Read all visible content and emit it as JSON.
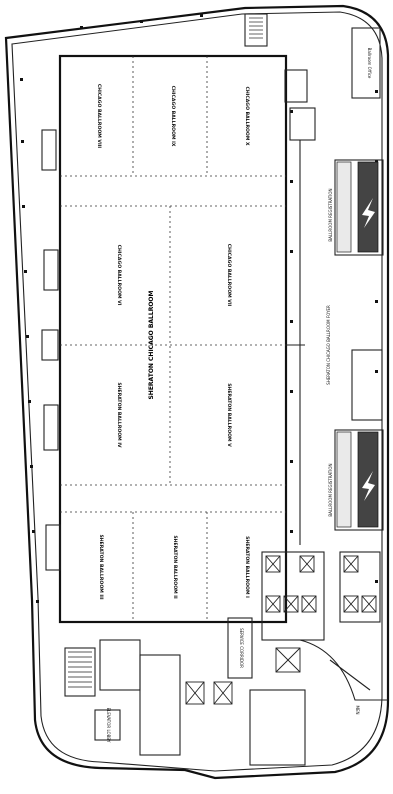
{
  "floor_plan": {
    "main_ballroom_label": "SHERATON CHICAGO BALLROOM",
    "ballroom_sections": [
      {
        "id": "vii",
        "label": "CHICAGO BALLROOM VIII"
      },
      {
        "id": "vi_top",
        "label": "CHICAGO BALLROOM IX"
      },
      {
        "id": "x",
        "label": "CHICAGO BALLROOM X"
      },
      {
        "id": "vi",
        "label": "CHICAGO BALLROOM VI"
      },
      {
        "id": "vii2",
        "label": "CHICAGO BALLROOM VII"
      },
      {
        "id": "iv",
        "label": "SHERATON BALLROOM IV"
      },
      {
        "id": "v",
        "label": "SHERATON BALLROOM V"
      },
      {
        "id": "iii",
        "label": "SHERATON BALLROOM III"
      },
      {
        "id": "ii",
        "label": "SHERATON BALLROOM II"
      },
      {
        "id": "i",
        "label": "SHERATON BALLROOM I"
      }
    ],
    "other_labels": {
      "office": "Ballroom Office",
      "registration_top": "BALLROOM REGISTRATION",
      "registration_bottom": "BALLROOM REGISTRATION",
      "prefunction": "SHERATON CHICAGO BALLROOM FOYER",
      "service": "SERVICE CORRIDOR",
      "lobby": "ELEVATOR LOBBY",
      "restroom": "MEN"
    }
  }
}
